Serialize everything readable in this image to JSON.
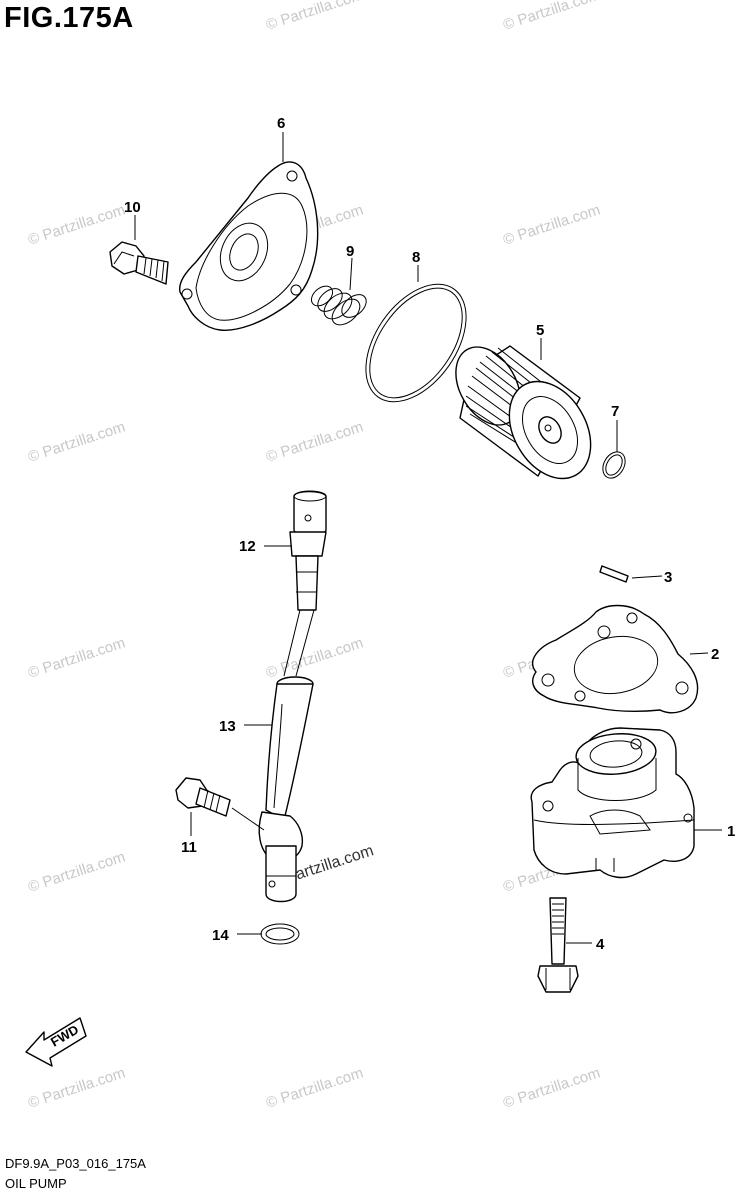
{
  "figure": {
    "title": "FIG.175A",
    "diagram_code": "DF9.9A_P03_016_175A",
    "section_name": "OIL PUMP"
  },
  "callouts": {
    "c1": "1",
    "c2": "2",
    "c3": "3",
    "c4": "4",
    "c5": "5",
    "c6": "6",
    "c7": "7",
    "c8": "8",
    "c9": "9",
    "c10": "10",
    "c11": "11",
    "c12": "12",
    "c13": "13",
    "c14": "14"
  },
  "direction_label": "FWD",
  "watermark": {
    "text": "© Partzilla.com",
    "emphasized_text": "© Partzilla.com"
  },
  "colors": {
    "line": "#000000",
    "watermark": "#c8c8c8",
    "background": "#ffffff"
  }
}
